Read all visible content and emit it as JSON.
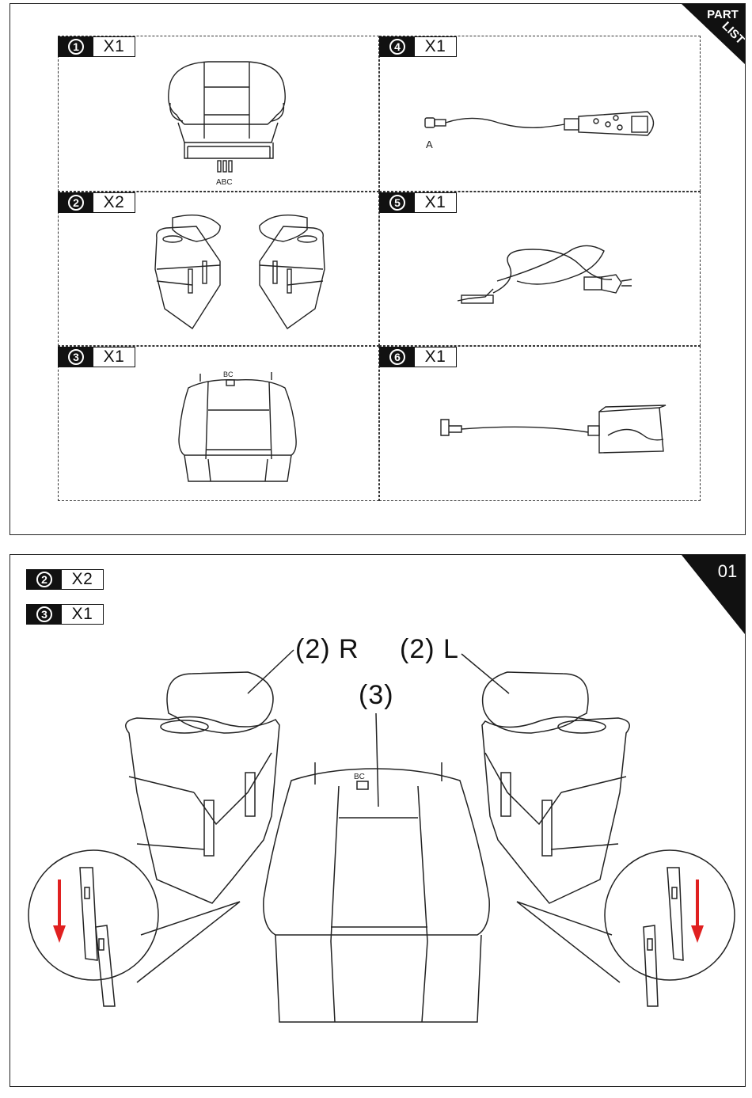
{
  "part_list": {
    "corner_label_line1": "PART",
    "corner_label_line2": "LIST",
    "items": [
      {
        "number": "1",
        "qty": "X1",
        "connector_labels": "ABC"
      },
      {
        "number": "2",
        "qty": "X2"
      },
      {
        "number": "3",
        "qty": "X1",
        "connector_labels": "BC"
      },
      {
        "number": "4",
        "qty": "X1",
        "connector_label": "A"
      },
      {
        "number": "5",
        "qty": "X1"
      },
      {
        "number": "6",
        "qty": "X1"
      }
    ]
  },
  "step": {
    "step_number": "01",
    "parts": [
      {
        "number": "2",
        "qty": "X2"
      },
      {
        "number": "3",
        "qty": "X1"
      }
    ],
    "callouts": {
      "right_arm": "(2) R",
      "left_arm": "(2) L",
      "back": "(3)",
      "back_connectors": "BC"
    },
    "arrow_color": "#e02020"
  }
}
